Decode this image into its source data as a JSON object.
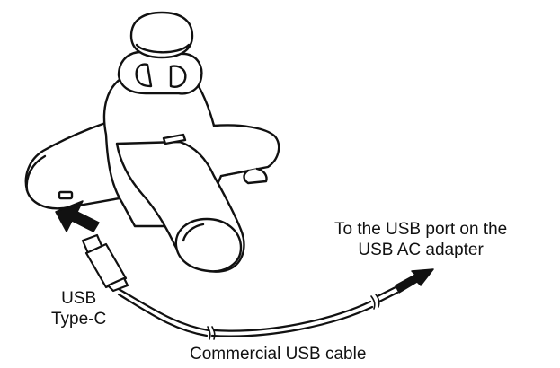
{
  "labels": {
    "usb_port_line1": "To the USB port on the",
    "usb_port_line2": "USB AC adapter",
    "usbc_line1": "USB",
    "usbc_line2": "Type-C",
    "cable": "Commercial USB cable"
  },
  "colors": {
    "ink": "#111111",
    "background": "#ffffff"
  },
  "icons": {
    "plug_arrow": "arrow-up-right-icon",
    "adapter_arrow": "arrow-right-icon"
  }
}
